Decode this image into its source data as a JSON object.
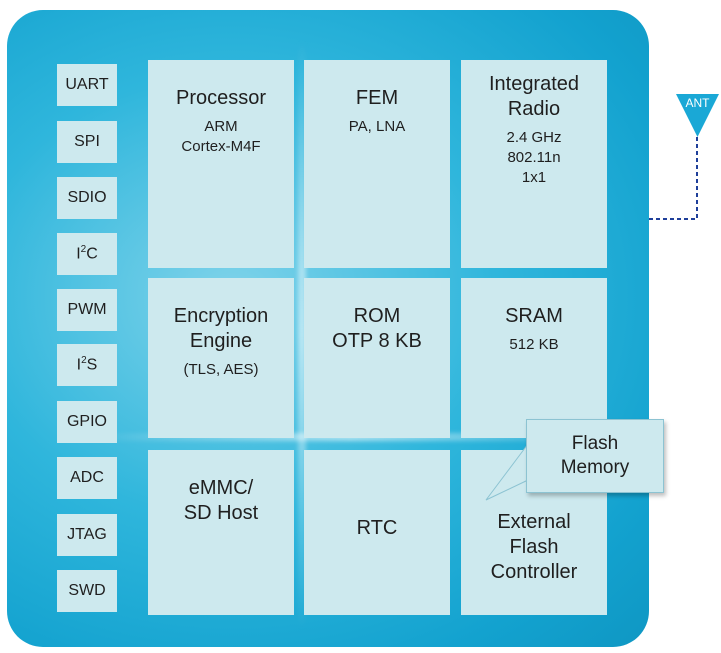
{
  "interfaces": [
    {
      "main": "UART",
      "sup": "",
      "tail": ""
    },
    {
      "main": "SPI",
      "sup": "",
      "tail": ""
    },
    {
      "main": "SDIO",
      "sup": "",
      "tail": ""
    },
    {
      "main": "I",
      "sup": "2",
      "tail": "C"
    },
    {
      "main": "PWM",
      "sup": "",
      "tail": ""
    },
    {
      "main": "I",
      "sup": "2",
      "tail": "S"
    },
    {
      "main": "GPIO",
      "sup": "",
      "tail": ""
    },
    {
      "main": "ADC",
      "sup": "",
      "tail": ""
    },
    {
      "main": "JTAG",
      "sup": "",
      "tail": ""
    },
    {
      "main": "SWD",
      "sup": "",
      "tail": ""
    }
  ],
  "blocks": {
    "processor": {
      "title": "Processor",
      "line1": "ARM",
      "line2": "Cortex-M4F"
    },
    "fem": {
      "title": "FEM",
      "line1": "PA, LNA"
    },
    "radio": {
      "title1": "Integrated",
      "title2": "Radio",
      "line1": "2.4 GHz",
      "line2": "802.11n",
      "line3": "1x1"
    },
    "encryption": {
      "title1": "Encryption",
      "title2": "Engine",
      "line1": "(TLS, AES)"
    },
    "rom": {
      "title1": "ROM",
      "title2": "OTP 8 KB"
    },
    "sram": {
      "title": "SRAM",
      "line1": "512 KB"
    },
    "emmc": {
      "title1": "eMMC/",
      "title2": "SD Host"
    },
    "rtc": {
      "title": "RTC"
    },
    "flash_controller": {
      "title1": "External",
      "title2": "Flash",
      "title3": "Controller"
    }
  },
  "flash_memory": {
    "line1": "Flash",
    "line2": "Memory"
  },
  "antenna": {
    "label": "ANT"
  },
  "colors": {
    "chip": "#1aa8d6",
    "block": "#cde9ee",
    "antenna": "#1aa8d6",
    "link": "#1f3f9a"
  }
}
